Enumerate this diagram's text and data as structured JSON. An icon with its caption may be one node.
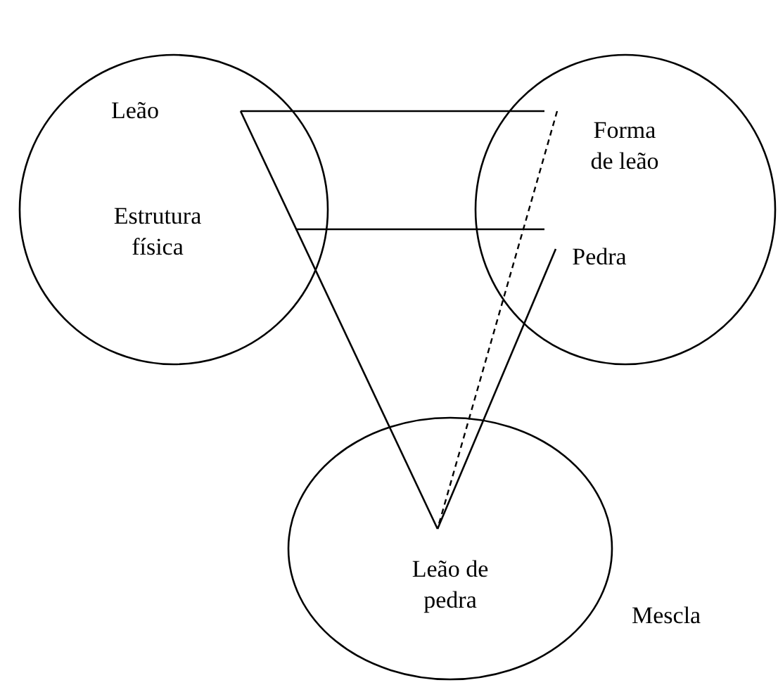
{
  "diagram": {
    "nodes": [
      {
        "text": [],
        "shape": "circle"
      },
      {
        "text": [
          "Leão"
        ],
        "in": 0
      },
      {
        "text": [
          "Estrutura física"
        ],
        "in": 0
      },
      {
        "text": [],
        "shape": "circle"
      },
      {
        "text": [
          "Forma de leão"
        ],
        "in": 3
      },
      {
        "text": [
          "Pedra"
        ],
        "in": 3
      },
      {
        "text": [],
        "shape": "circle",
        "beside": [
          "Mescla"
        ]
      },
      {
        "text": [
          "Leão de pedra"
        ],
        "in": 6
      }
    ],
    "edges": [
      {
        "from": 1,
        "to": 4,
        "arrow": "none"
      },
      {
        "from": 1,
        "to": 7,
        "arrow": "none"
      },
      {
        "from": 2,
        "to": 5,
        "arrow": "none"
      },
      {
        "from": 5,
        "to": 7,
        "arrow": "none"
      },
      {
        "from": 4,
        "to": 7,
        "arrow": "none",
        "style": "dashed"
      }
    ]
  }
}
